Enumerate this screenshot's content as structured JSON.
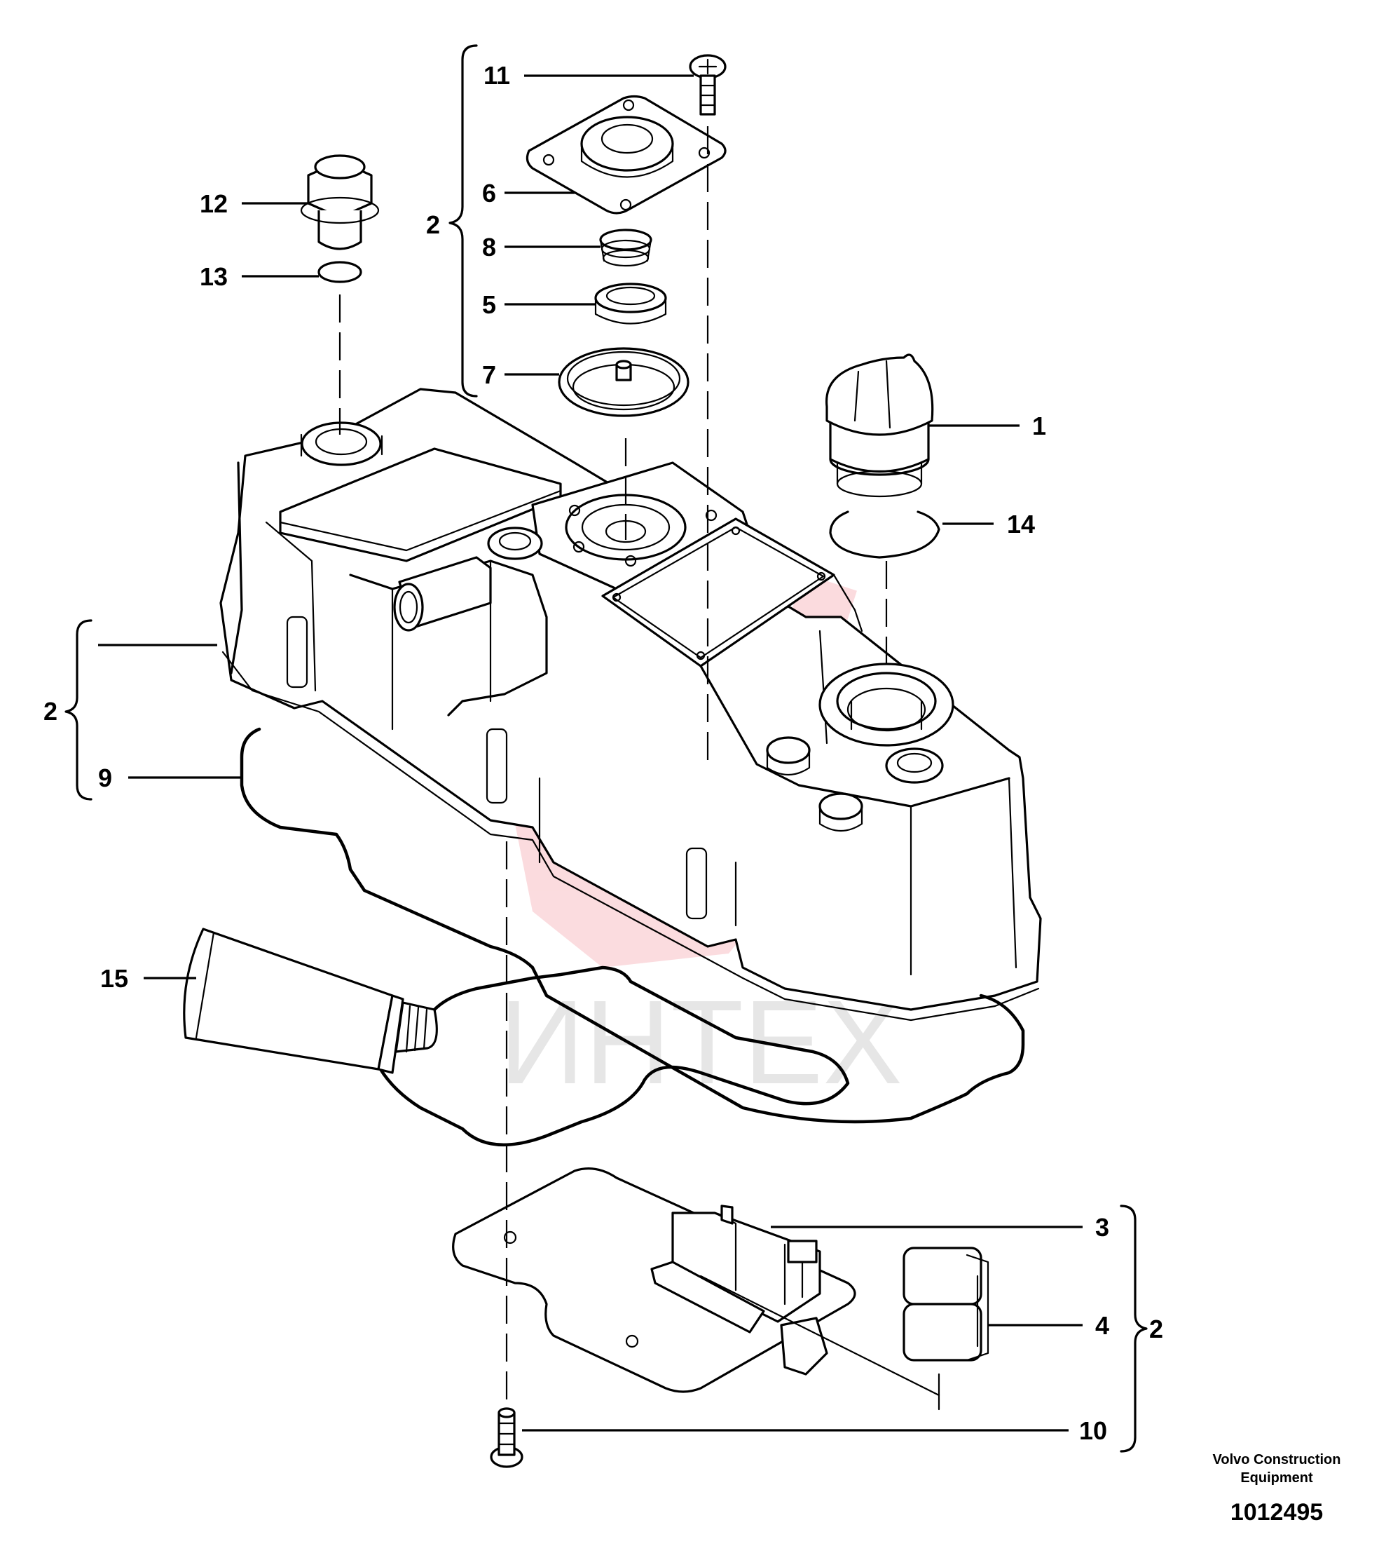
{
  "callouts": [
    {
      "id": "c11",
      "label": "11",
      "part": "screw"
    },
    {
      "id": "c6",
      "label": "6",
      "part": "cover-plate"
    },
    {
      "id": "c8",
      "label": "8",
      "part": "spring"
    },
    {
      "id": "c5",
      "label": "5",
      "part": "spring-seat"
    },
    {
      "id": "c7",
      "label": "7",
      "part": "diaphragm"
    },
    {
      "id": "c12",
      "label": "12",
      "part": "plug"
    },
    {
      "id": "c13",
      "label": "13",
      "part": "o-ring"
    },
    {
      "id": "c1",
      "label": "1",
      "part": "oil-filler-cap"
    },
    {
      "id": "c14",
      "label": "14",
      "part": "o-ring"
    },
    {
      "id": "c9",
      "label": "9",
      "part": "gasket"
    },
    {
      "id": "c15",
      "label": "15",
      "part": "sealant-tube"
    },
    {
      "id": "c3",
      "label": "3",
      "part": "connector"
    },
    {
      "id": "c4",
      "label": "4",
      "part": "clip"
    },
    {
      "id": "c10",
      "label": "10",
      "part": "screw"
    }
  ],
  "brace_groups": [
    {
      "id": "top",
      "label": "2"
    },
    {
      "id": "left",
      "label": "2"
    },
    {
      "id": "right",
      "label": "2"
    }
  ],
  "footer": {
    "company_line1": "Volvo Construction",
    "company_line2": "Equipment",
    "doc_number": "1012495"
  },
  "watermark": {
    "text": "ИНТЕХ",
    "color": "#e8283a"
  },
  "colors": {
    "line": "#000000",
    "background": "#ffffff",
    "watermark": "#e8283a"
  }
}
